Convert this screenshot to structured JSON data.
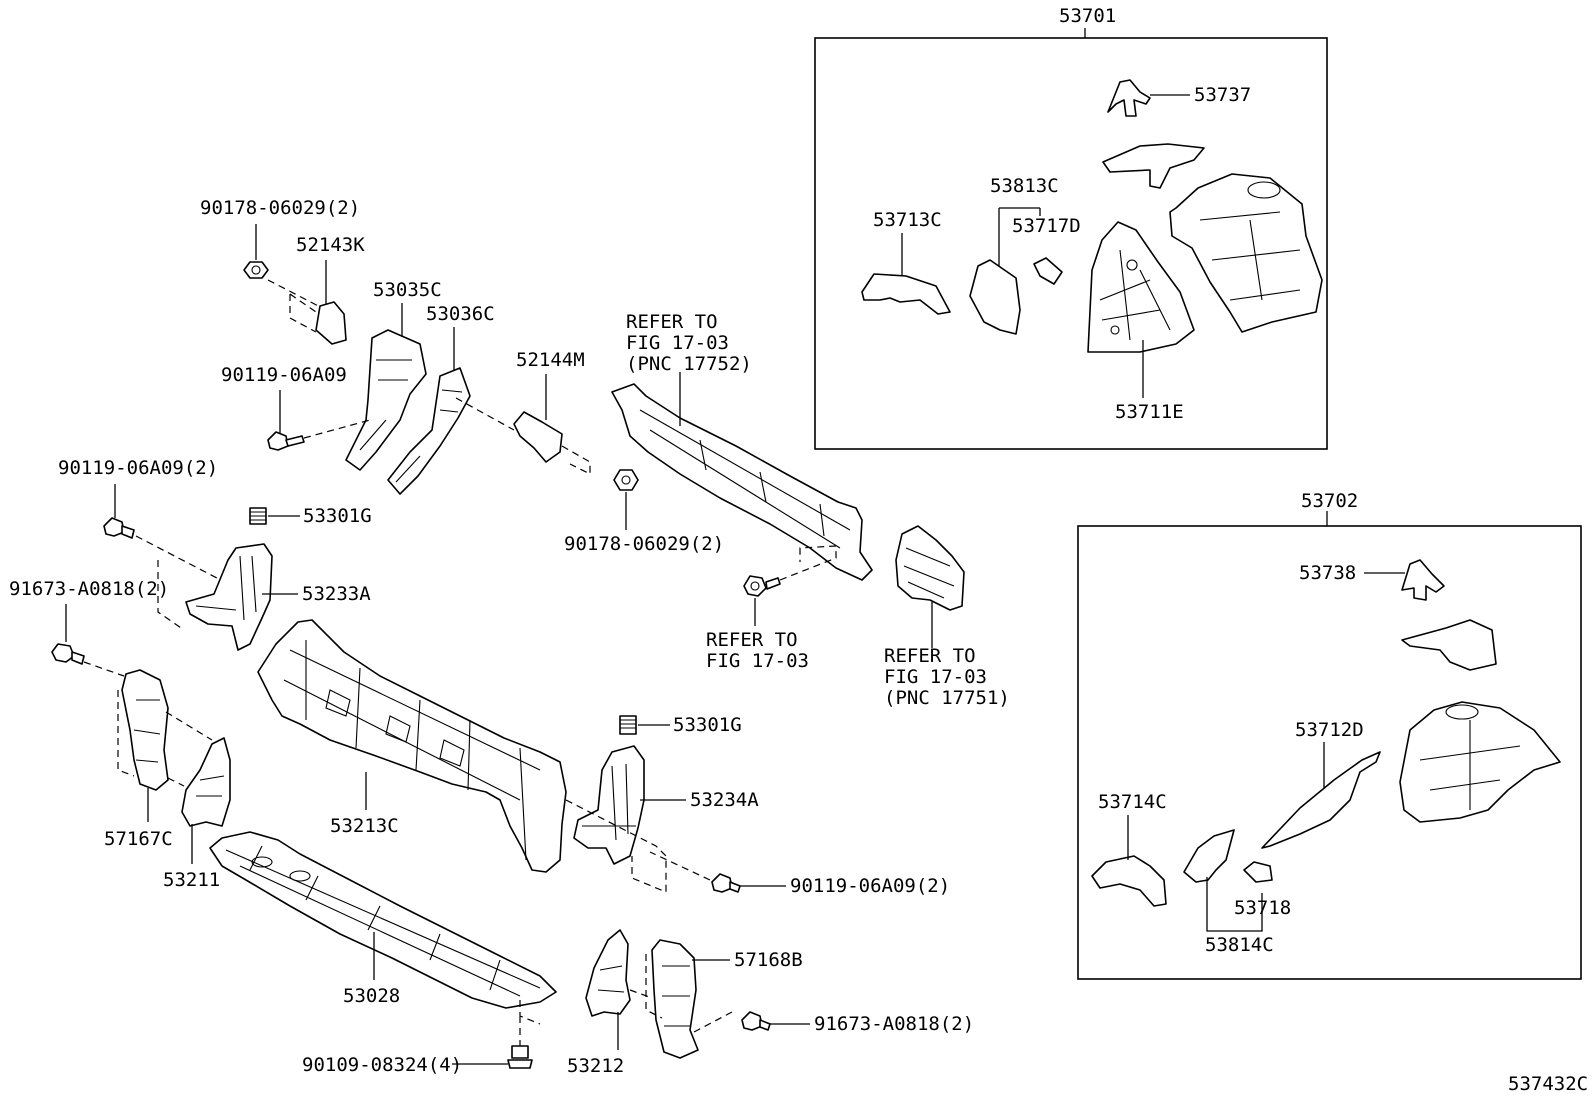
{
  "diagram_code": "537432C",
  "parts": {
    "p53701": "53701",
    "p53737": "53737",
    "p53813C": "53813C",
    "p53713C": "53713C",
    "p53717D": "53717D",
    "p53711E": "53711E",
    "p53702": "53702",
    "p53738": "53738",
    "p53712D": "53712D",
    "p53714C": "53714C",
    "p53718": "53718",
    "p53814C": "53814C",
    "p90178a": "90178-06029(2)",
    "p52143K": "52143K",
    "p53035C": "53035C",
    "p53036C": "53036C",
    "p90119a": "90119-06A09",
    "p52144M": "52144M",
    "p90119b": "90119-06A09(2)",
    "p53301Ga": "53301G",
    "p90178b": "90178-06029(2)",
    "p91673a": "91673-A0818(2)",
    "p53233A": "53233A",
    "p53301Gb": "53301G",
    "p53234A": "53234A",
    "p57167C": "57167C",
    "p53213C": "53213C",
    "p53211": "53211",
    "p90119c": "90119-06A09(2)",
    "p57168B": "57168B",
    "p53028": "53028",
    "p91673b": "91673-A0818(2)",
    "p53212": "53212",
    "p90109": "90109-08324(4)"
  },
  "references": {
    "r1": [
      "REFER TO",
      "FIG 17-03",
      "(PNC 17752)"
    ],
    "r2": [
      "REFER TO",
      "FIG 17-03"
    ],
    "r3": [
      "REFER TO",
      "FIG 17-03",
      "(PNC 17751)"
    ]
  }
}
